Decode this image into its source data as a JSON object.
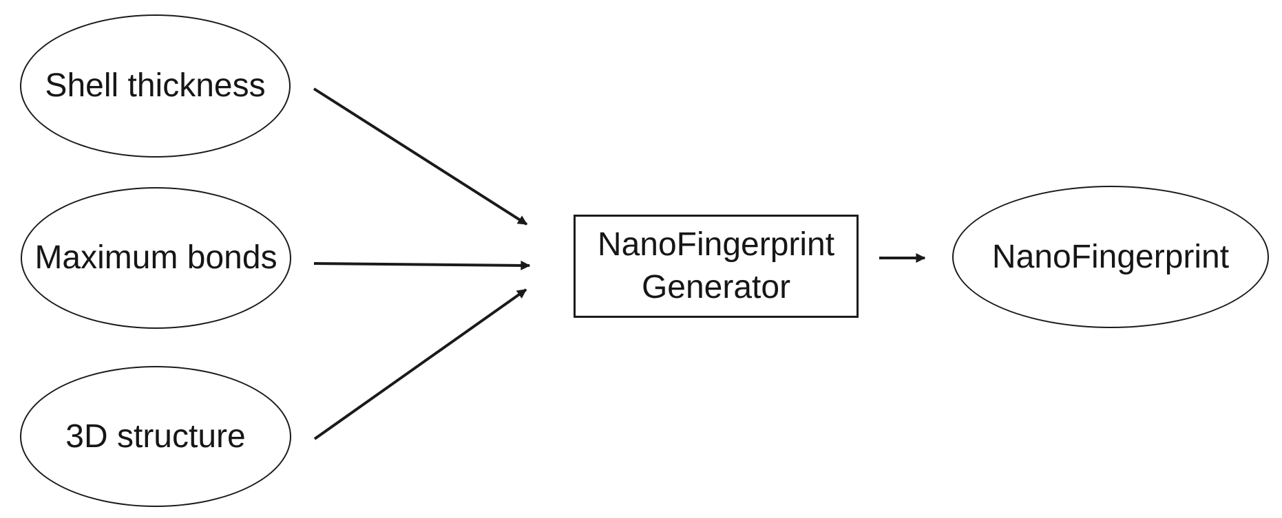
{
  "diagram": {
    "inputs": [
      {
        "id": "shell-thickness",
        "label": "Shell thickness",
        "shape": "ellipse"
      },
      {
        "id": "maximum-bonds",
        "label": "Maximum bonds",
        "shape": "ellipse"
      },
      {
        "id": "3d-structure",
        "label": "3D structure",
        "shape": "ellipse"
      }
    ],
    "process": {
      "id": "nanofingerprint-generator",
      "label_line1": "NanoFingerprint",
      "label_line2": "Generator",
      "shape": "rectangle"
    },
    "output": {
      "id": "nanofingerprint",
      "label": "NanoFingerprint",
      "shape": "ellipse"
    },
    "edges": [
      {
        "from": "shell-thickness",
        "to": "nanofingerprint-generator"
      },
      {
        "from": "maximum-bonds",
        "to": "nanofingerprint-generator"
      },
      {
        "from": "3d-structure",
        "to": "nanofingerprint-generator"
      },
      {
        "from": "nanofingerprint-generator",
        "to": "nanofingerprint"
      }
    ],
    "colors": {
      "stroke": "#1a1a1a",
      "text": "#161616",
      "background": "#ffffff"
    }
  }
}
